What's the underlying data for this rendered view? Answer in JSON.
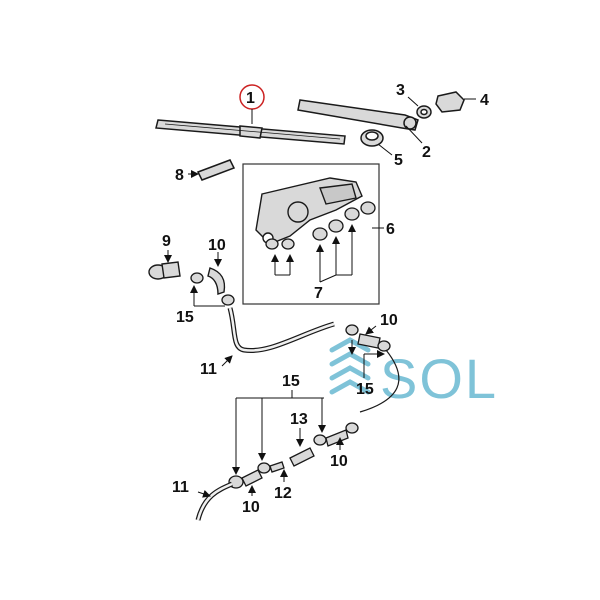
{
  "callouts": [
    {
      "id": "c1",
      "label": "1"
    },
    {
      "id": "c2",
      "label": "2"
    },
    {
      "id": "c3",
      "label": "3"
    },
    {
      "id": "c4",
      "label": "4"
    },
    {
      "id": "c5",
      "label": "5"
    },
    {
      "id": "c6",
      "label": "6"
    },
    {
      "id": "c7",
      "label": "7"
    },
    {
      "id": "c8",
      "label": "8"
    },
    {
      "id": "c9",
      "label": "9"
    },
    {
      "id": "c10a",
      "label": "10"
    },
    {
      "id": "c10b",
      "label": "10"
    },
    {
      "id": "c10c",
      "label": "10"
    },
    {
      "id": "c10d",
      "label": "10"
    },
    {
      "id": "c11a",
      "label": "11"
    },
    {
      "id": "c11b",
      "label": "11"
    },
    {
      "id": "c12",
      "label": "12"
    },
    {
      "id": "c13",
      "label": "13"
    },
    {
      "id": "c15a",
      "label": "15"
    },
    {
      "id": "c15b",
      "label": "15"
    },
    {
      "id": "c15c",
      "label": "15"
    }
  ],
  "watermark": {
    "text": "SOL",
    "color": "#7fc3d8"
  },
  "colors": {
    "line": "#1a1a1a",
    "part_fill": "#d9d9d9",
    "highlight": "#cc2222"
  }
}
